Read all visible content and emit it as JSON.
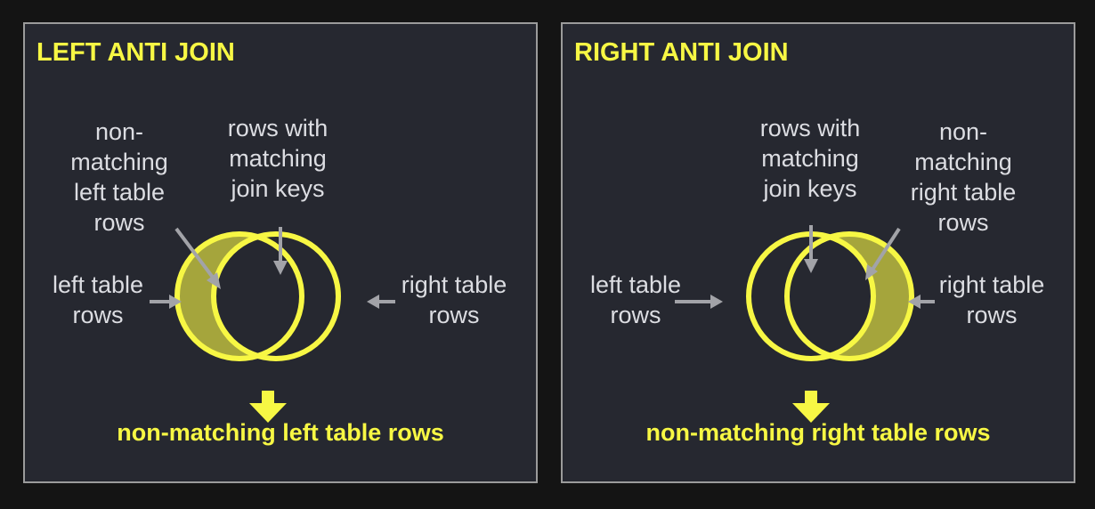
{
  "colors": {
    "background": "#141414",
    "panel": "#262830",
    "panel_border": "#9b9b9b",
    "accent_yellow": "#f7f744",
    "fill_olive": "#a5a53c",
    "label_gray": "#dcdde2",
    "arrow_gray": "#a2a3a8"
  },
  "panels": [
    {
      "id": "left",
      "title": "LEFT ANTI JOIN",
      "labels": {
        "nonmatching": [
          "non-",
          "matching",
          "left table",
          "rows"
        ],
        "matching": [
          "rows with",
          "matching",
          "join keys"
        ],
        "left_table": [
          "left table",
          "rows"
        ],
        "right_table": [
          "right table",
          "rows"
        ]
      },
      "highlighted_side": "left",
      "result": "non-matching left table rows"
    },
    {
      "id": "right",
      "title": "RIGHT ANTI JOIN",
      "labels": {
        "matching": [
          "rows with",
          "matching",
          "join keys"
        ],
        "nonmatching": [
          "non-",
          "matching",
          "right table",
          "rows"
        ],
        "left_table": [
          "left table",
          "rows"
        ],
        "right_table": [
          "right table",
          "rows"
        ]
      },
      "highlighted_side": "right",
      "result": "non-matching right table rows"
    }
  ]
}
